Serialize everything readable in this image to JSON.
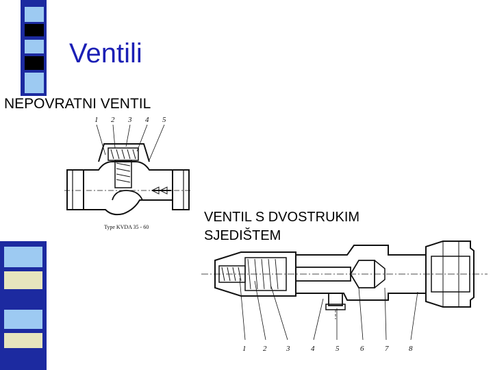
{
  "slide": {
    "title": "Ventili",
    "subtitle_1": "NEPOVRATNI VENTIL",
    "subtitle_2": "VENTIL S DVOSTRUKIM\nSJEDIŠTEM"
  },
  "figure_1": {
    "caption": "Type KVDA 35 - 60",
    "part_numbers": [
      "1",
      "2",
      "3",
      "4",
      "5"
    ]
  },
  "figure_2": {
    "part_numbers": [
      "1",
      "2",
      "3",
      "4",
      "5",
      "6",
      "7",
      "8"
    ]
  },
  "colors": {
    "title": "#1b1fb5",
    "stripe_navy": "#1c2aa0",
    "stripe_black": "#000000",
    "stripe_lightblue": "#9dcaf2",
    "stripe_cream": "#e6e5bd"
  }
}
